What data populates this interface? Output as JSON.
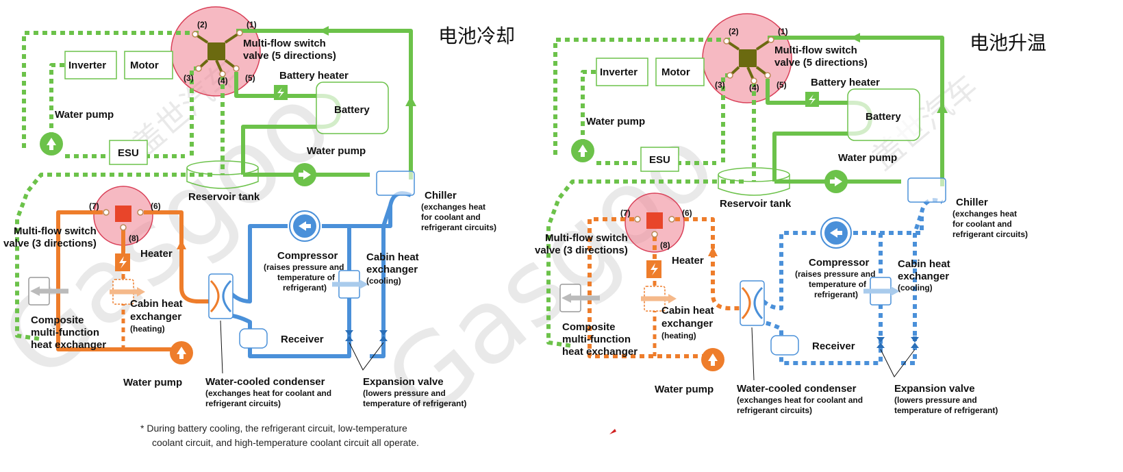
{
  "colors": {
    "green": "#6cc24a",
    "orange": "#ee7d2b",
    "blue": "#4a90d9",
    "highlight": "#f08a9a",
    "valve": "#6b6a10"
  },
  "watermark": {
    "cn": "盖世汽车",
    "latin": "Gasgoo"
  },
  "panels": [
    {
      "mode": "电池冷却",
      "multiflow5": "Multi-flow switch",
      "multiflow5_b": "valve (5 directions)",
      "port1": "(1)",
      "port2": "(2)",
      "port3": "(3)",
      "port4": "(4)",
      "port5": "(5)",
      "inverter": "Inverter",
      "motor": "Motor",
      "battery_heater": "Battery heater",
      "battery": "Battery",
      "water_pump_a": "Water pump",
      "esu": "ESU",
      "water_pump_b": "Water pump",
      "reservoir": "Reservoir tank",
      "chiller": "Chiller",
      "chiller_sub1": "(exchanges heat",
      "chiller_sub2": "for coolant and",
      "chiller_sub3": "refrigerant circuits)",
      "port7": "(7)",
      "port6": "(6)",
      "port8": "(8)",
      "multiflow3": "Multi-flow switch",
      "multiflow3_b": "valve (3 directions)",
      "heater": "Heater",
      "compressor": "Compressor",
      "compressor_sub1": "(raises pressure and",
      "compressor_sub2": "temperature of",
      "compressor_sub3": "refrigerant)",
      "cabin_cool1": "Cabin heat",
      "cabin_cool2": "exchanger",
      "cabin_cool3": "(cooling)",
      "cabin_heat1": "Cabin heat",
      "cabin_heat2": "exchanger",
      "cabin_heat3": "(heating)",
      "composite1": "Composite",
      "composite2": "multi-function",
      "composite3": "heat exchanger",
      "receiver": "Receiver",
      "water_pump_c": "Water pump",
      "condenser1": "Water-cooled condenser",
      "condenser2": "(exchanges heat for coolant and",
      "condenser3": "refrigerant circuits)",
      "expansion1": "Expansion valve",
      "expansion2": "(lowers pressure and",
      "expansion3": "temperature of refrigerant)"
    },
    {
      "mode": "电池升温",
      "multiflow5": "Multi-flow switch",
      "multiflow5_b": "valve (5 directions)",
      "port1": "(1)",
      "port2": "(2)",
      "port3": "(3)",
      "port4": "(4)",
      "port5": "(5)",
      "inverter": "Inverter",
      "motor": "Motor",
      "battery_heater": "Battery heater",
      "battery": "Battery",
      "water_pump_a": "Water pump",
      "esu": "ESU",
      "water_pump_b": "Water pump",
      "reservoir": "Reservoir tank",
      "chiller": "Chiller",
      "chiller_sub1": "(exchanges heat",
      "chiller_sub2": "for coolant and",
      "chiller_sub3": "refrigerant circuits)",
      "port7": "(7)",
      "port6": "(6)",
      "port8": "(8)",
      "multiflow3": "Multi-flow switch",
      "multiflow3_b": "valve (3 directions)",
      "heater": "Heater",
      "compressor": "Compressor",
      "compressor_sub1": "(raises pressure and",
      "compressor_sub2": "temperature of",
      "compressor_sub3": "refrigerant)",
      "cabin_cool1": "Cabin heat",
      "cabin_cool2": "exchanger",
      "cabin_cool3": "(cooling)",
      "cabin_heat1": "Cabin heat",
      "cabin_heat2": "exchanger",
      "cabin_heat3": "(heating)",
      "composite1": "Composite",
      "composite2": "multi-function",
      "composite3": "heat exchanger",
      "receiver": "Receiver",
      "water_pump_c": "Water pump",
      "condenser1": "Water-cooled condenser",
      "condenser2": "(exchanges heat for coolant and",
      "condenser3": "refrigerant circuits)",
      "expansion1": "Expansion valve",
      "expansion2": "(lowers pressure and",
      "expansion3": "temperature of refrigerant)"
    }
  ],
  "footnote_line1": "* During battery cooling, the refrigerant circuit, low-temperature",
  "footnote_line2": "coolant circuit, and high-temperature coolant circuit all operate."
}
